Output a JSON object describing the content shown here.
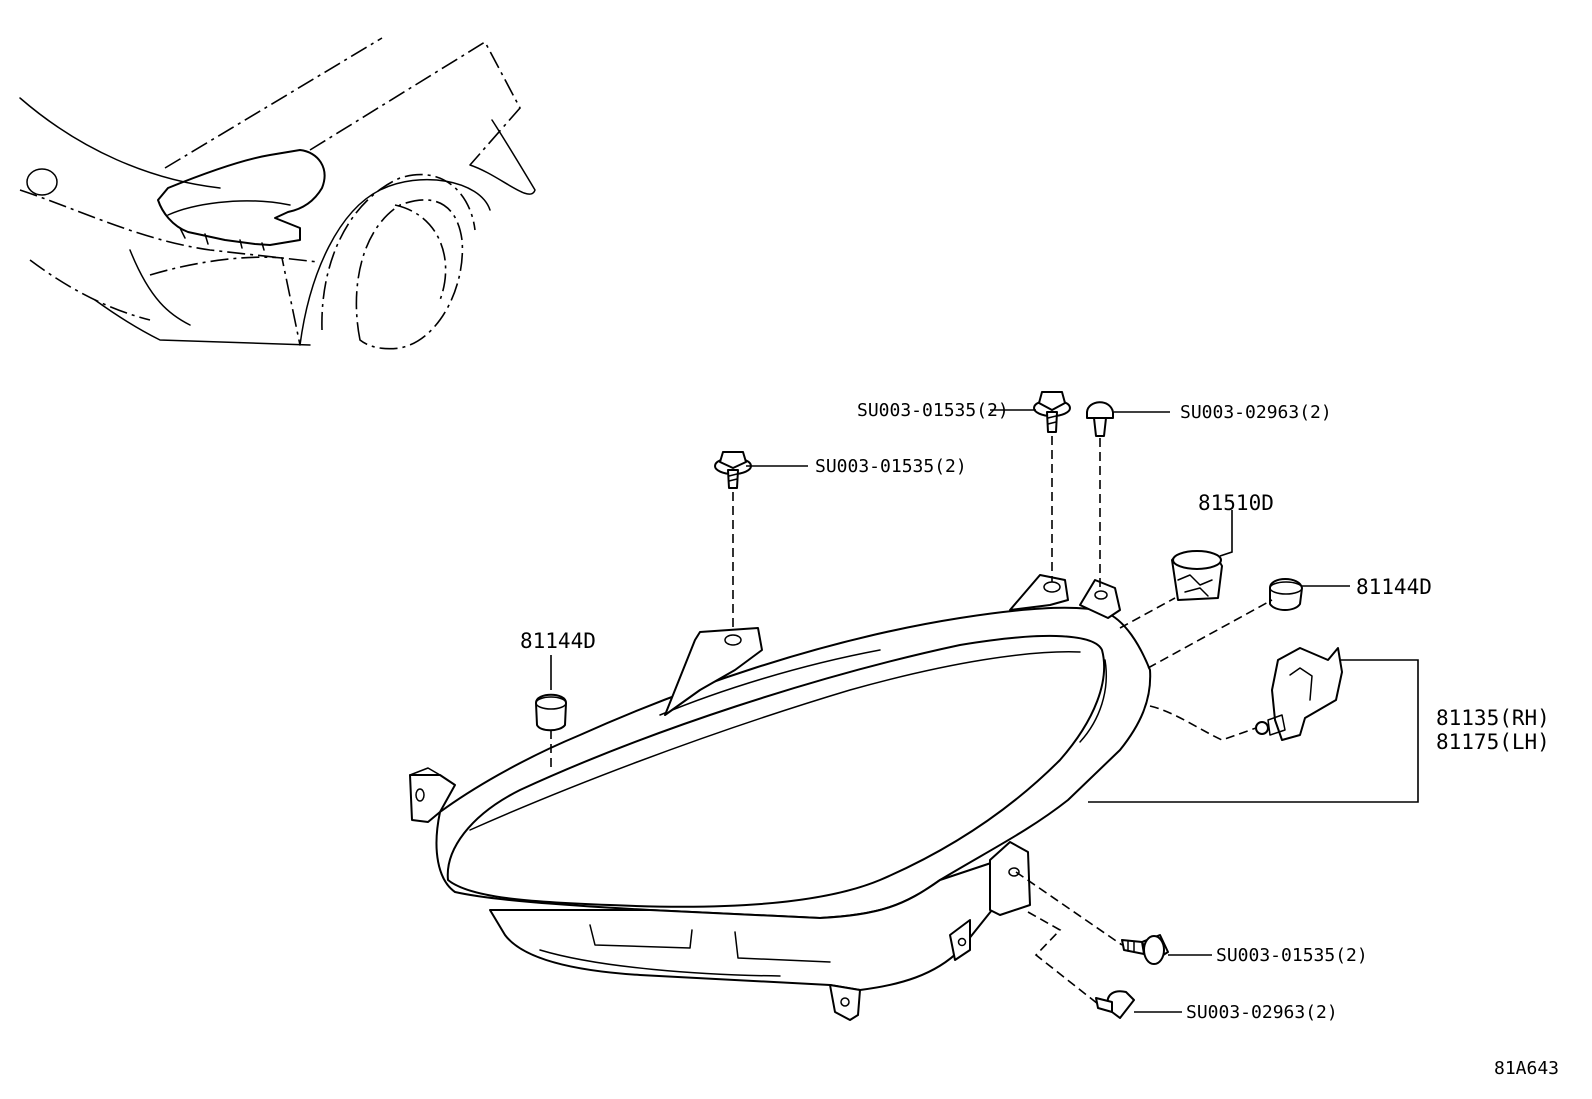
{
  "callouts": {
    "bolt_top_left": "SU003-01535(2)",
    "bolt_top_mid": "SU003-01535(2)",
    "clip_top_right": "SU003-02963(2)",
    "socket_top": "81510D",
    "bulb_right": "81144D",
    "bulb_left": "81144D",
    "unit_rh": "81135(RH)",
    "unit_lh": "81175(LH)",
    "bolt_bottom": "SU003-01535(2)",
    "clip_bottom": "SU003-02963(2)"
  },
  "diagram_id": "81A643"
}
